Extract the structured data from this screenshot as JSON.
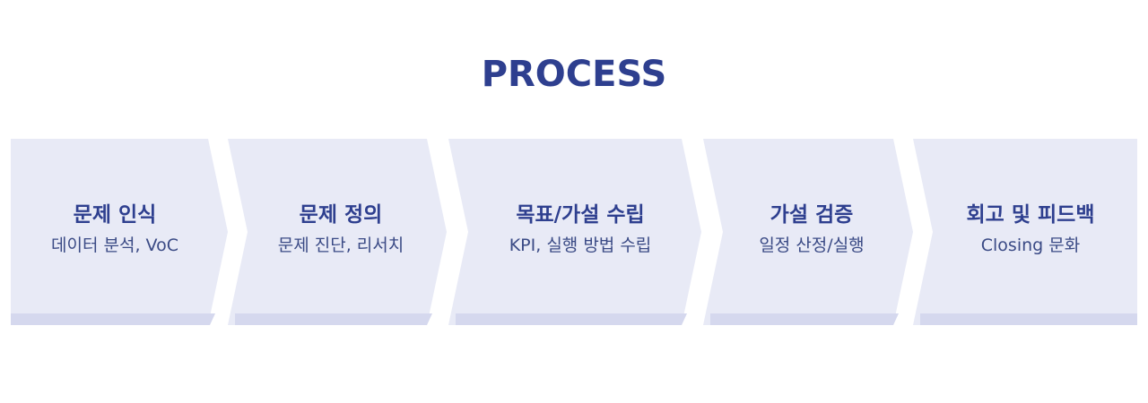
{
  "title": "PROCESS",
  "colors": {
    "title": "#2e3f8f",
    "step_fill": "#e8eaf6",
    "step_base": "#d5d8ee",
    "text": "#2e3f8f"
  },
  "steps": [
    {
      "title": "문제 인식",
      "desc": "데이터 분석, VoC"
    },
    {
      "title": "문제 정의",
      "desc": "문제 진단, 리서치"
    },
    {
      "title": "목표/가설 수립",
      "desc": "KPI, 실행 방법 수립"
    },
    {
      "title": "가설 검증",
      "desc": "일정 산정/실행"
    },
    {
      "title": "회고 및 피드백",
      "desc": "Closing 문화"
    }
  ]
}
